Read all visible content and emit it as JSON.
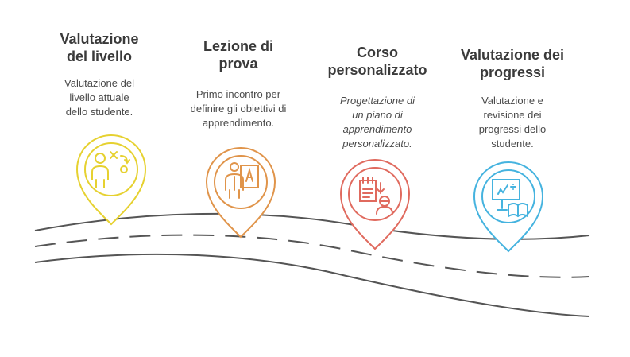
{
  "steps": [
    {
      "title": "Valutazione\ndel livello",
      "description": "Valutazione del\nlivello attuale\ndello studente.",
      "color": "#e6d130",
      "icon": "strategy-person-icon"
    },
    {
      "title": "Lezione di\nprova",
      "description": "Primo incontro per\ndefinire gli obiettivi di\napprendimento.",
      "color": "#e0944a",
      "icon": "teacher-board-icon"
    },
    {
      "title": "Corso\npersonalizzato",
      "description": "Progettazione di\nun piano di\napprendimento\npersonalizzato.",
      "color": "#e06a5e",
      "icon": "plan-person-icon"
    },
    {
      "title": "Valutazione dei\nprogressi",
      "description": "Valutazione e\nrevisione dei\nprogressi dello\nstudente.",
      "color": "#45b3df",
      "icon": "presentation-book-icon"
    }
  ],
  "road": {
    "color": "#555555"
  }
}
